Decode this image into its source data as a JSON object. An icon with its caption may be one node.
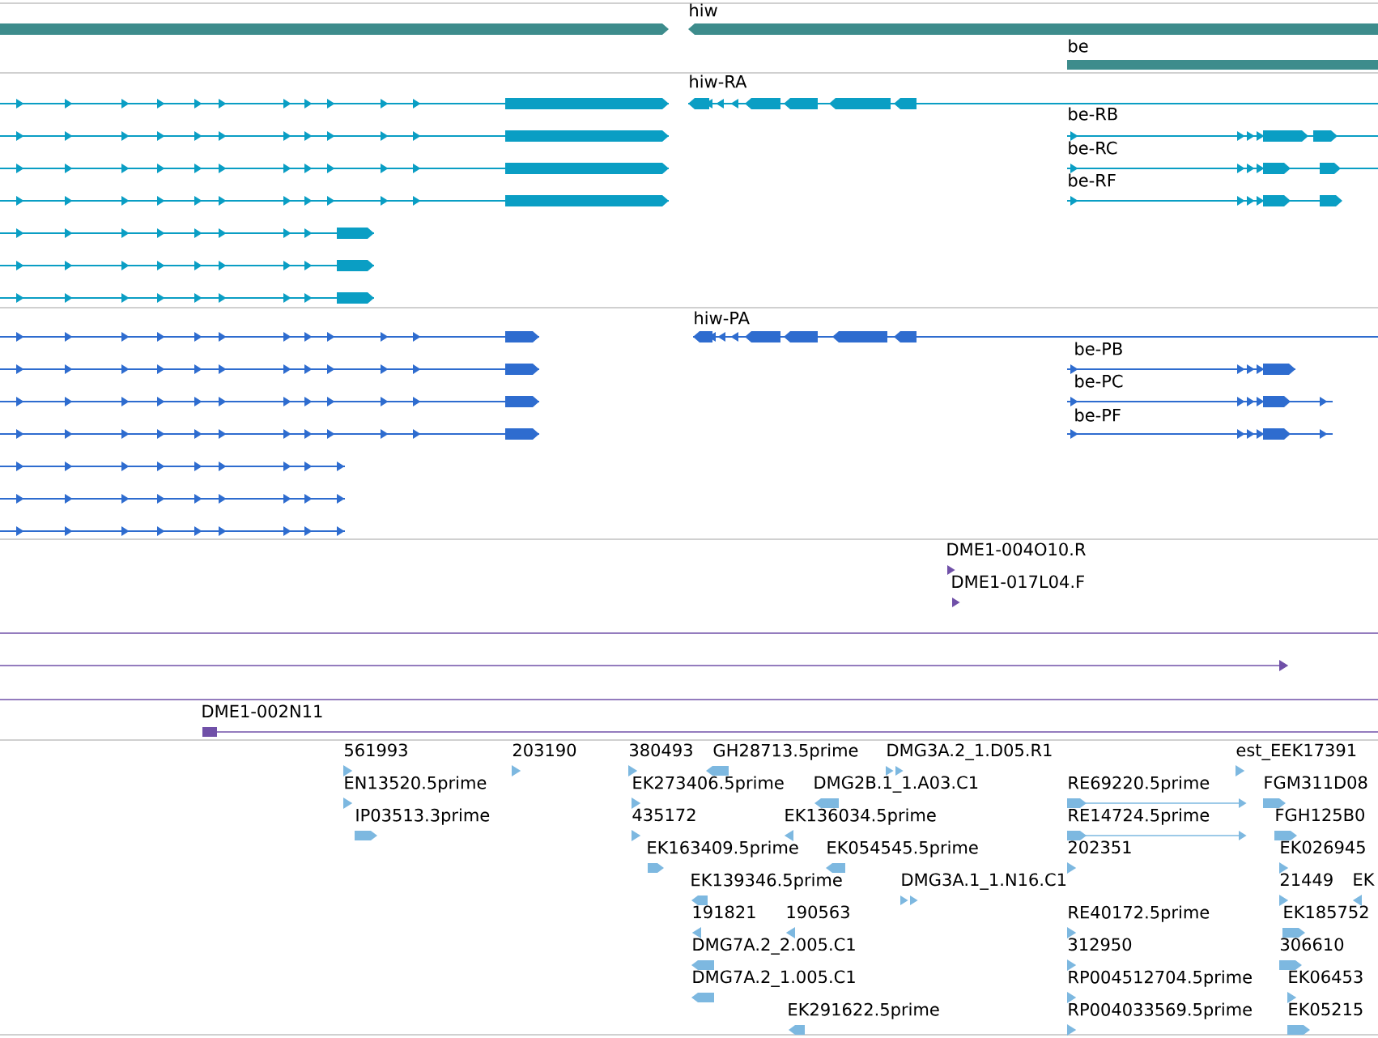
{
  "diagram": {
    "labels": [
      "hiw",
      "be",
      "hiw-RA",
      "be-RB",
      "be-RC",
      "be-RF",
      "hiw-PA",
      "be-PB",
      "be-PC",
      "be-PF",
      "DME1-004O10.R",
      "DME1-017L04.F",
      "DME1-002N11",
      "561993",
      "203190",
      "380493",
      "GH28713.5prime",
      "DMG3A.2_1.D05.R1",
      "est_EEK17391",
      "EN13520.5prime",
      "EK273406.5prime",
      "DMG2B.1_1.A03.C1",
      "RE69220.5prime",
      "FGM311D08",
      "IP03513.3prime",
      "435172",
      "EK136034.5prime",
      "RE14724.5prime",
      "FGH125B0",
      "EK163409.5prime",
      "EK054545.5prime",
      "202351",
      "EK026945",
      "EK139346.5prime",
      "DMG3A.1_1.N16.C1",
      "21449",
      "EK",
      "191821",
      "190563",
      "RE40172.5prime",
      "EK185752",
      "DMG7A.2_2.005.C1",
      "312950",
      "306610",
      "DMG7A.2_1.005.C1",
      "RP004512704.5prime",
      "EK06453",
      "EK291622.5prime",
      "RP004033569.5prime",
      "EK05215"
    ]
  }
}
